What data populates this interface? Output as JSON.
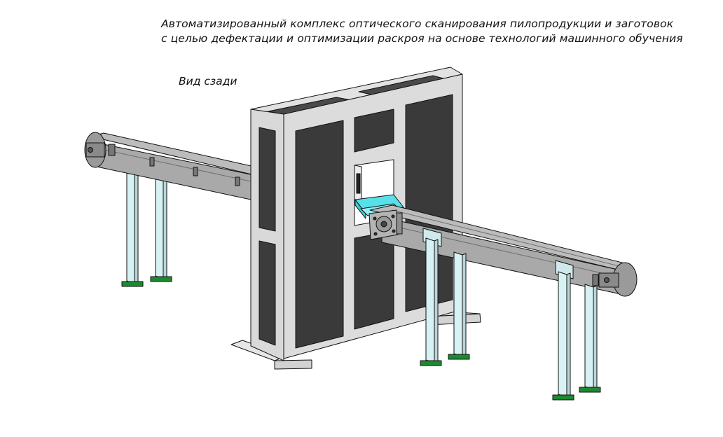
{
  "title": {
    "line1": "Автоматизированный комплекс оптического сканирования пилопродукции и заготовок",
    "line2": "с целью дефектации и оптимизации раскроя на основе технологий машинного обучения"
  },
  "view_label": "Вид сзади",
  "colors": {
    "frame": "#dcdcdc",
    "frame_side": "#c6c6c6",
    "panel": "#3a3a3a",
    "conveyor": "#a9a9a9",
    "conveyor_dark": "#8a8a8a",
    "leg": "#d8f1f3",
    "belt_highlight": "#58e0ea",
    "foot": "#1c8a2e",
    "outline": "#111111"
  }
}
